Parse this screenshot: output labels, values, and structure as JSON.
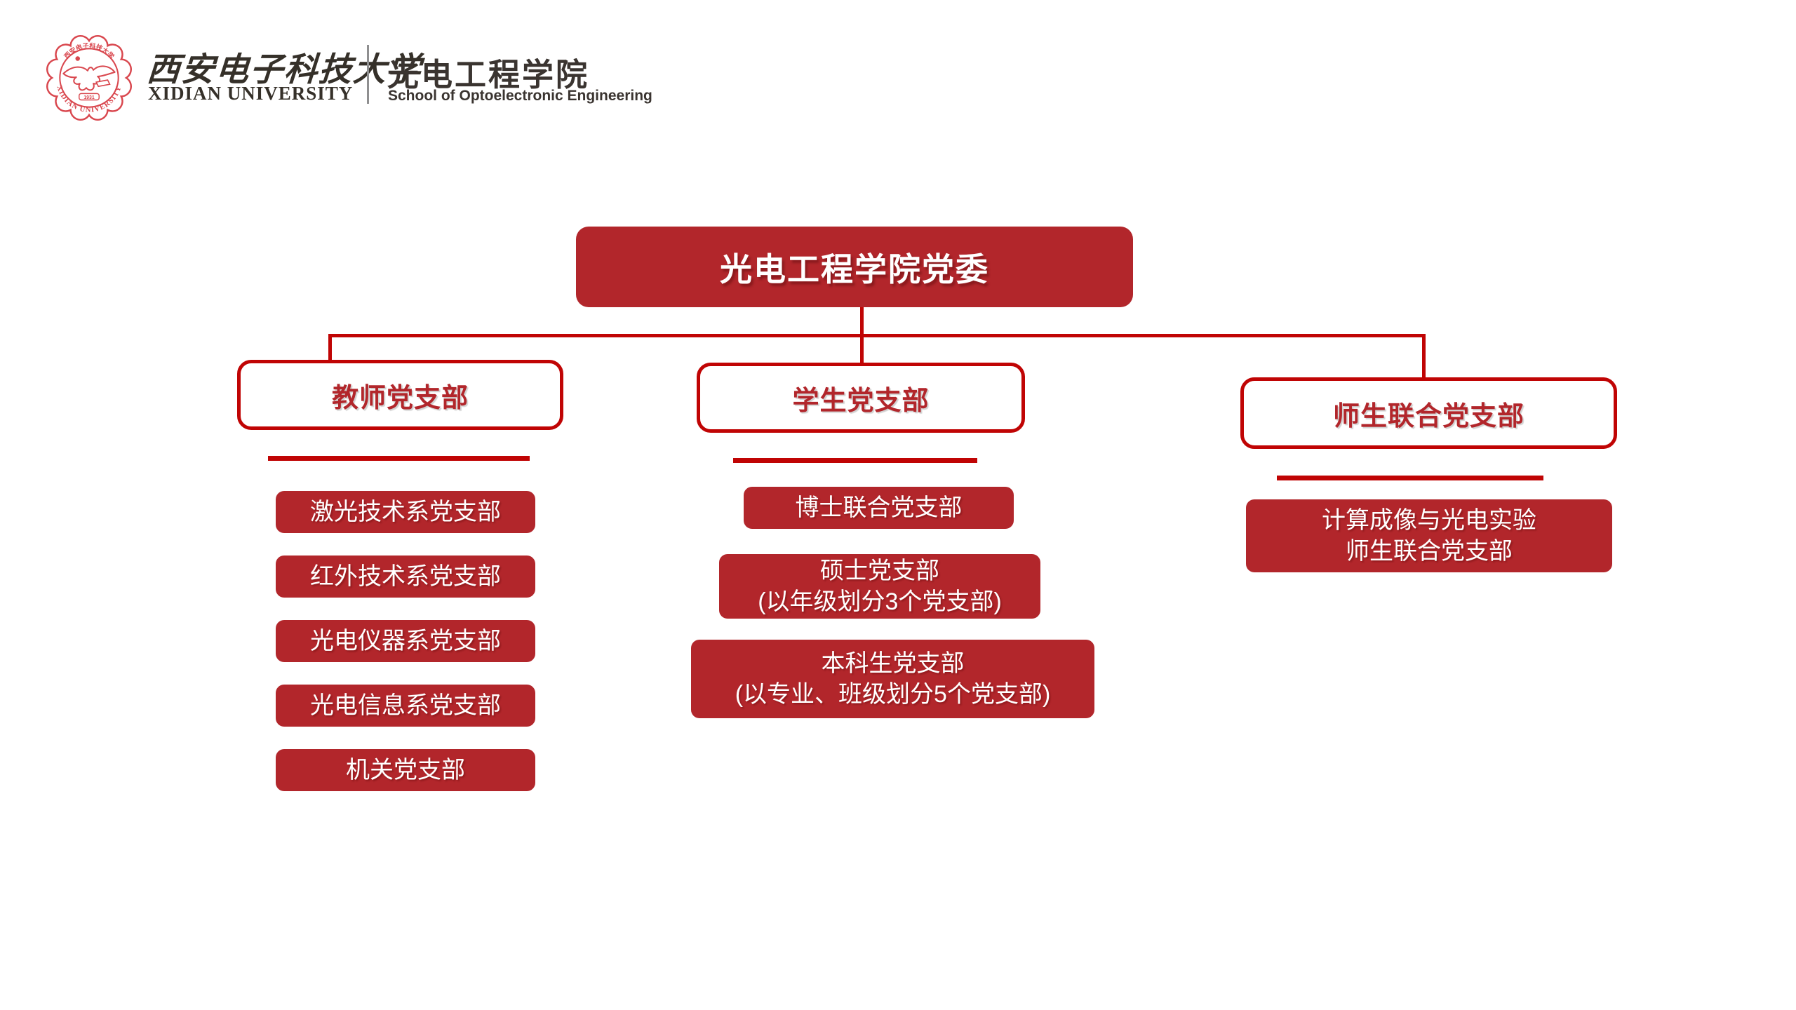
{
  "colors": {
    "box_fill_red": "#b2262b",
    "line_red": "#c00404",
    "seal_red": "#d9474e",
    "text_dark": "#3a3430"
  },
  "brand": {
    "seal_top_text": "西安电子科技大学",
    "seal_bottom_text": "XIDIAN UNIVERSITY",
    "seal_year": "1931",
    "university_cn": "西安电子科技大学",
    "university_en": "XIDIAN UNIVERSITY",
    "school_cn": "光电工程学院",
    "school_en": "School of Optoelectronic Engineering"
  },
  "chart": {
    "type": "org-chart",
    "root_label": "光电工程学院党委",
    "branches": [
      {
        "header": "教师党支部",
        "children": [
          {
            "line1": "激光技术系党支部"
          },
          {
            "line1": "红外技术系党支部"
          },
          {
            "line1": "光电仪器系党支部"
          },
          {
            "line1": "光电信息系党支部"
          },
          {
            "line1": "机关党支部"
          }
        ]
      },
      {
        "header": "学生党支部",
        "children": [
          {
            "line1": "博士联合党支部"
          },
          {
            "line1": "硕士党支部",
            "line2": "(以年级划分3个党支部)"
          },
          {
            "line1": "本科生党支部",
            "line2": "(以专业、班级划分5个党支部)"
          }
        ]
      },
      {
        "header": "师生联合党支部",
        "children": [
          {
            "line1": "计算成像与光电实验",
            "line2": "师生联合党支部"
          }
        ]
      }
    ]
  }
}
